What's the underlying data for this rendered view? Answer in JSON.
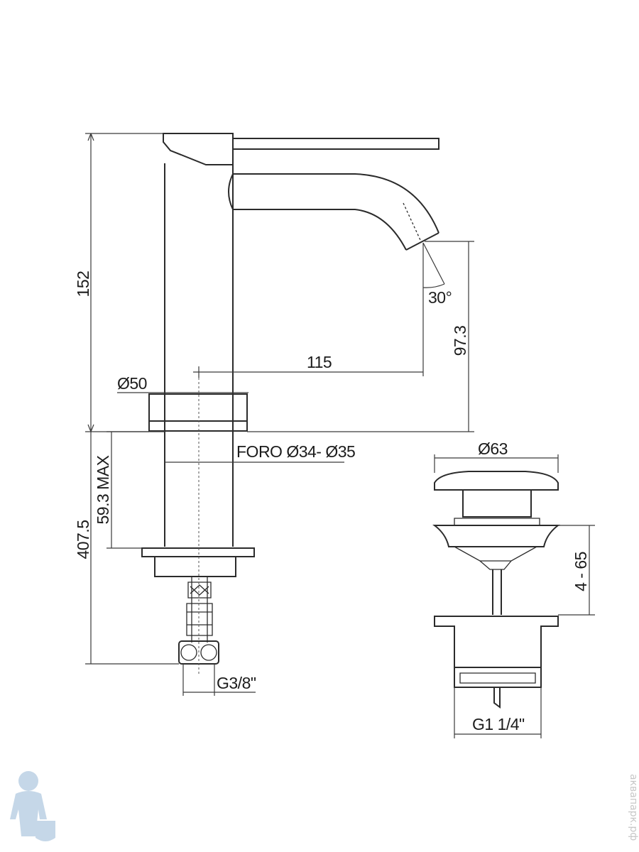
{
  "dimensions": {
    "height_total": "152",
    "angle": "30°",
    "spout_reach": "115",
    "spout_height": "97.3",
    "base_diameter": "Ø50",
    "hole": "FORO Ø34- Ø35",
    "deck_max": "59.3 MAX",
    "hose_length": "407.5",
    "hose_thread": "G3/8\"",
    "waste_diameter": "Ø63",
    "waste_range": "4 - 65",
    "waste_thread": "G1 1/4\""
  },
  "watermark": {
    "icon": "plumber-mascot-icon",
    "text": "аквапарк.рф"
  }
}
